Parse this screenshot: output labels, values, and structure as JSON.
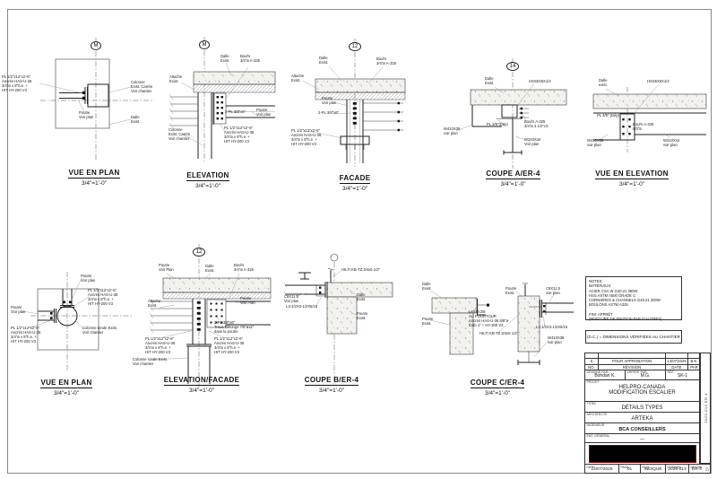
{
  "sheet": {
    "bg": "#ffffff",
    "line_color": "#3a3a3a",
    "logo_border_color": "#7a0c0c"
  },
  "details": [
    {
      "title": "VUE EN PLAN",
      "scale": "3/4\"=1'-0\"",
      "marker": "M",
      "labels": [
        "PL 1/2\"x12\"x2'-6\"\nAncrés HAS-U-36\n3/4\"ø x 8\"h.e. +\nHIT HY-200 V3",
        "Colonne\nExist. Carrée\nVoir chantier",
        "Poutre\nVoir plan",
        "Dalle\nExist."
      ]
    },
    {
      "title": "ELEVATION",
      "scale": "3/4\"=1'-0\"",
      "marker": "M",
      "labels": [
        "Dalle\nExist.",
        "Boul's\n3/4\"ø A-325",
        "Attache\nExist.",
        "2-PL 3/8\"x6\"",
        "Poutre\nVoir plan",
        "Colonne\nExist. Carrée\nVoir chantier",
        "PL 1/2\"x12\"x2'-6\"\nAncrés HAS-U-36\n3/4\"ø x 8\"h.e. +\nHIT HY-200 V3"
      ]
    },
    {
      "title": "FACADE",
      "scale": "3/4\"=1'-0\"",
      "marker": "12",
      "labels": [
        "Dalle\nExist.",
        "Boul's\n3/4\"ø A-325",
        "Attache\nExist.",
        "Poutre\nVoir plan",
        "2-PL 3/8\"x6\"",
        "PL 1/2\"x12\"x2'-6\"\nAncrés HAS-U-36\n3/4\"ø x 8\"h.e. +\nHIT HY-200 V3"
      ]
    },
    {
      "title": "COUPE A/ER-4",
      "scale": "3/4\"=1'-0\"",
      "marker": "14",
      "labels": [
        "Dalle\nExist.",
        "HSS5X5X1/4",
        "PL 3/8\"(Dép)",
        "Boul's A-325\n3/4\"ø 3 1/2\"c/c",
        "W410X39\nvoir plan",
        "W310X44\nVoir plan"
      ]
    },
    {
      "title": "VUE EN ELEVATION",
      "scale": "3/4\"=1'-0\"",
      "marker": "",
      "labels": [
        "Dalle\nexist.",
        "HSS5X5X1/4",
        "PL 3/8\" (Dép)",
        "Boul's A-325\n3/4\"ø",
        "W410X39\nvoir plan",
        "W310X44\nvoir plan"
      ]
    },
    {
      "title": "VUE EN PLAN",
      "scale": "3/4\"=1'-0\"",
      "marker": "",
      "labels": [
        "Poutre\nVoir plan",
        "PL 1/2\"x12\"x2'-6\"\nAncrés HAS-U-36\n3/4\"ø x 8\"h.e. +\nHIT HY-200 V3",
        "Poutre\nVoir plan",
        "PL 1/2\"x12\"x2'-6\"\nAncrés HAS-U-36\n3/4\"ø x 8\"h.e. +\nHIT HY-200 V3",
        "Colonne ronde Exist.\nVoir chantier"
      ]
    },
    {
      "title": "ELEVATION/FACADE",
      "scale": "3/4\"=1'-0\"",
      "marker": "12",
      "labels": [
        "Poutre\nVoir Plan",
        "Dalle\nExist.",
        "Boul's\n3/4\"ø A-325",
        "Attache\nExist.",
        "Poutre\nVoir Plan",
        "2-PL 3/8\"x6\"\nTrous Oblongs 7/8\"øx2\"\ndans la poutre",
        "PL 1/2\"x12\"x2'-6\"\nAncrés HAS-U-36\n3/4\"ø x 8\"h.e. +\nHIT HY-200 V3",
        "PL 1/2\"x12\"x2'-6\"\nAncrés HAS-U-36\n3/4\"ø x 8\"h.e. +\nHIT HY-200 V3",
        "Colonne ronde Exist.\nVoir chantier"
      ]
    },
    {
      "title": "COUPE B/ER-4",
      "scale": "3/4\"=1'-0\"",
      "marker": "",
      "labels": [
        "HILTI KB-TZ 3/4x5 1/2\"",
        "C8X11.5\nVoir plan",
        "L3-1/2X3-1/2X5/16",
        "Dalle\nExist.",
        "Poutre\nExist."
      ]
    },
    {
      "title": "COUPE C/ER-4",
      "scale": "3/4\"=1'-0\"",
      "marker": "",
      "labels": [
        "Dalle\nExist.",
        "Poutre\nExist.",
        "L6X6X3/8\nAU POURTOUR\nAncrés HAS-U-36 5/8\"ø\nEmb 4\" + HY-200 V3",
        "HILTI KB-TZ 3/4x5 1/2\"",
        "Poutre\nExist.",
        "C8X11.5\nvoir plan",
        "L3-1/2X3-1/2X5/16",
        "W410X39\nvoir plan"
      ]
    }
  ],
  "notes": {
    "text": "NOTES:\nMATÉRIAUX:\nACIER CSA W G40.21 350W\nHSS ASTM A500 GRADE C\nCORNIÈRES & CHANNELS G40.21 300W\nBOULONS ASTM A325\n\nFINI: APPRÊT\n(PEINTURE DE FINITION PAR D'AUTRES)"
  },
  "dc_note": "(D.C.) = DIMENSIONS VÉRIFIÉES AU CHANTIER",
  "title_block": {
    "revision_rows": [
      {
        "no": "0",
        "description": "POUR APPROBATION",
        "date": "14/07/2025",
        "by": "B.K."
      }
    ],
    "revision_header": {
      "no": "NO.",
      "description": "RÉVISION",
      "date": "DATE",
      "by": "PAR"
    },
    "drawn_label": "DESSINÉ PAR:",
    "drawn_value": "Bohdan K.",
    "checked_label": "VÉRIFIÉ PAR:",
    "checked_value": "M.G.",
    "ref_label": "REF.",
    "ref_value": "SK-1",
    "project_label": "PROJET",
    "project_value": "HELPRO-CANADA\nMODIFICATION ESCALIER",
    "title_label": "TITRE",
    "title_value": "DÉTAILS TYPES",
    "architect_label": "ARCHITECTE",
    "architect_value": "ARTEKA",
    "engineer_label": "INGÉNIEUR",
    "engineer_value": "BCA CONSEILLERS",
    "general_label": "ENT. GÉNÉRAL",
    "general_value": "—",
    "footer": {
      "date_label": "DATE",
      "date": "14/07/2025",
      "page_label": "PAGE",
      "page": "01",
      "scale_label": "ÉCH.",
      "scale": "INDIQUÉ",
      "file_label": "DOSSIER",
      "file": "2025-013",
      "dwg_label": "DESSIN",
      "dwg": "ER-4",
      "rev_icon": "△"
    },
    "side_text": "2025-013 ER-4"
  }
}
